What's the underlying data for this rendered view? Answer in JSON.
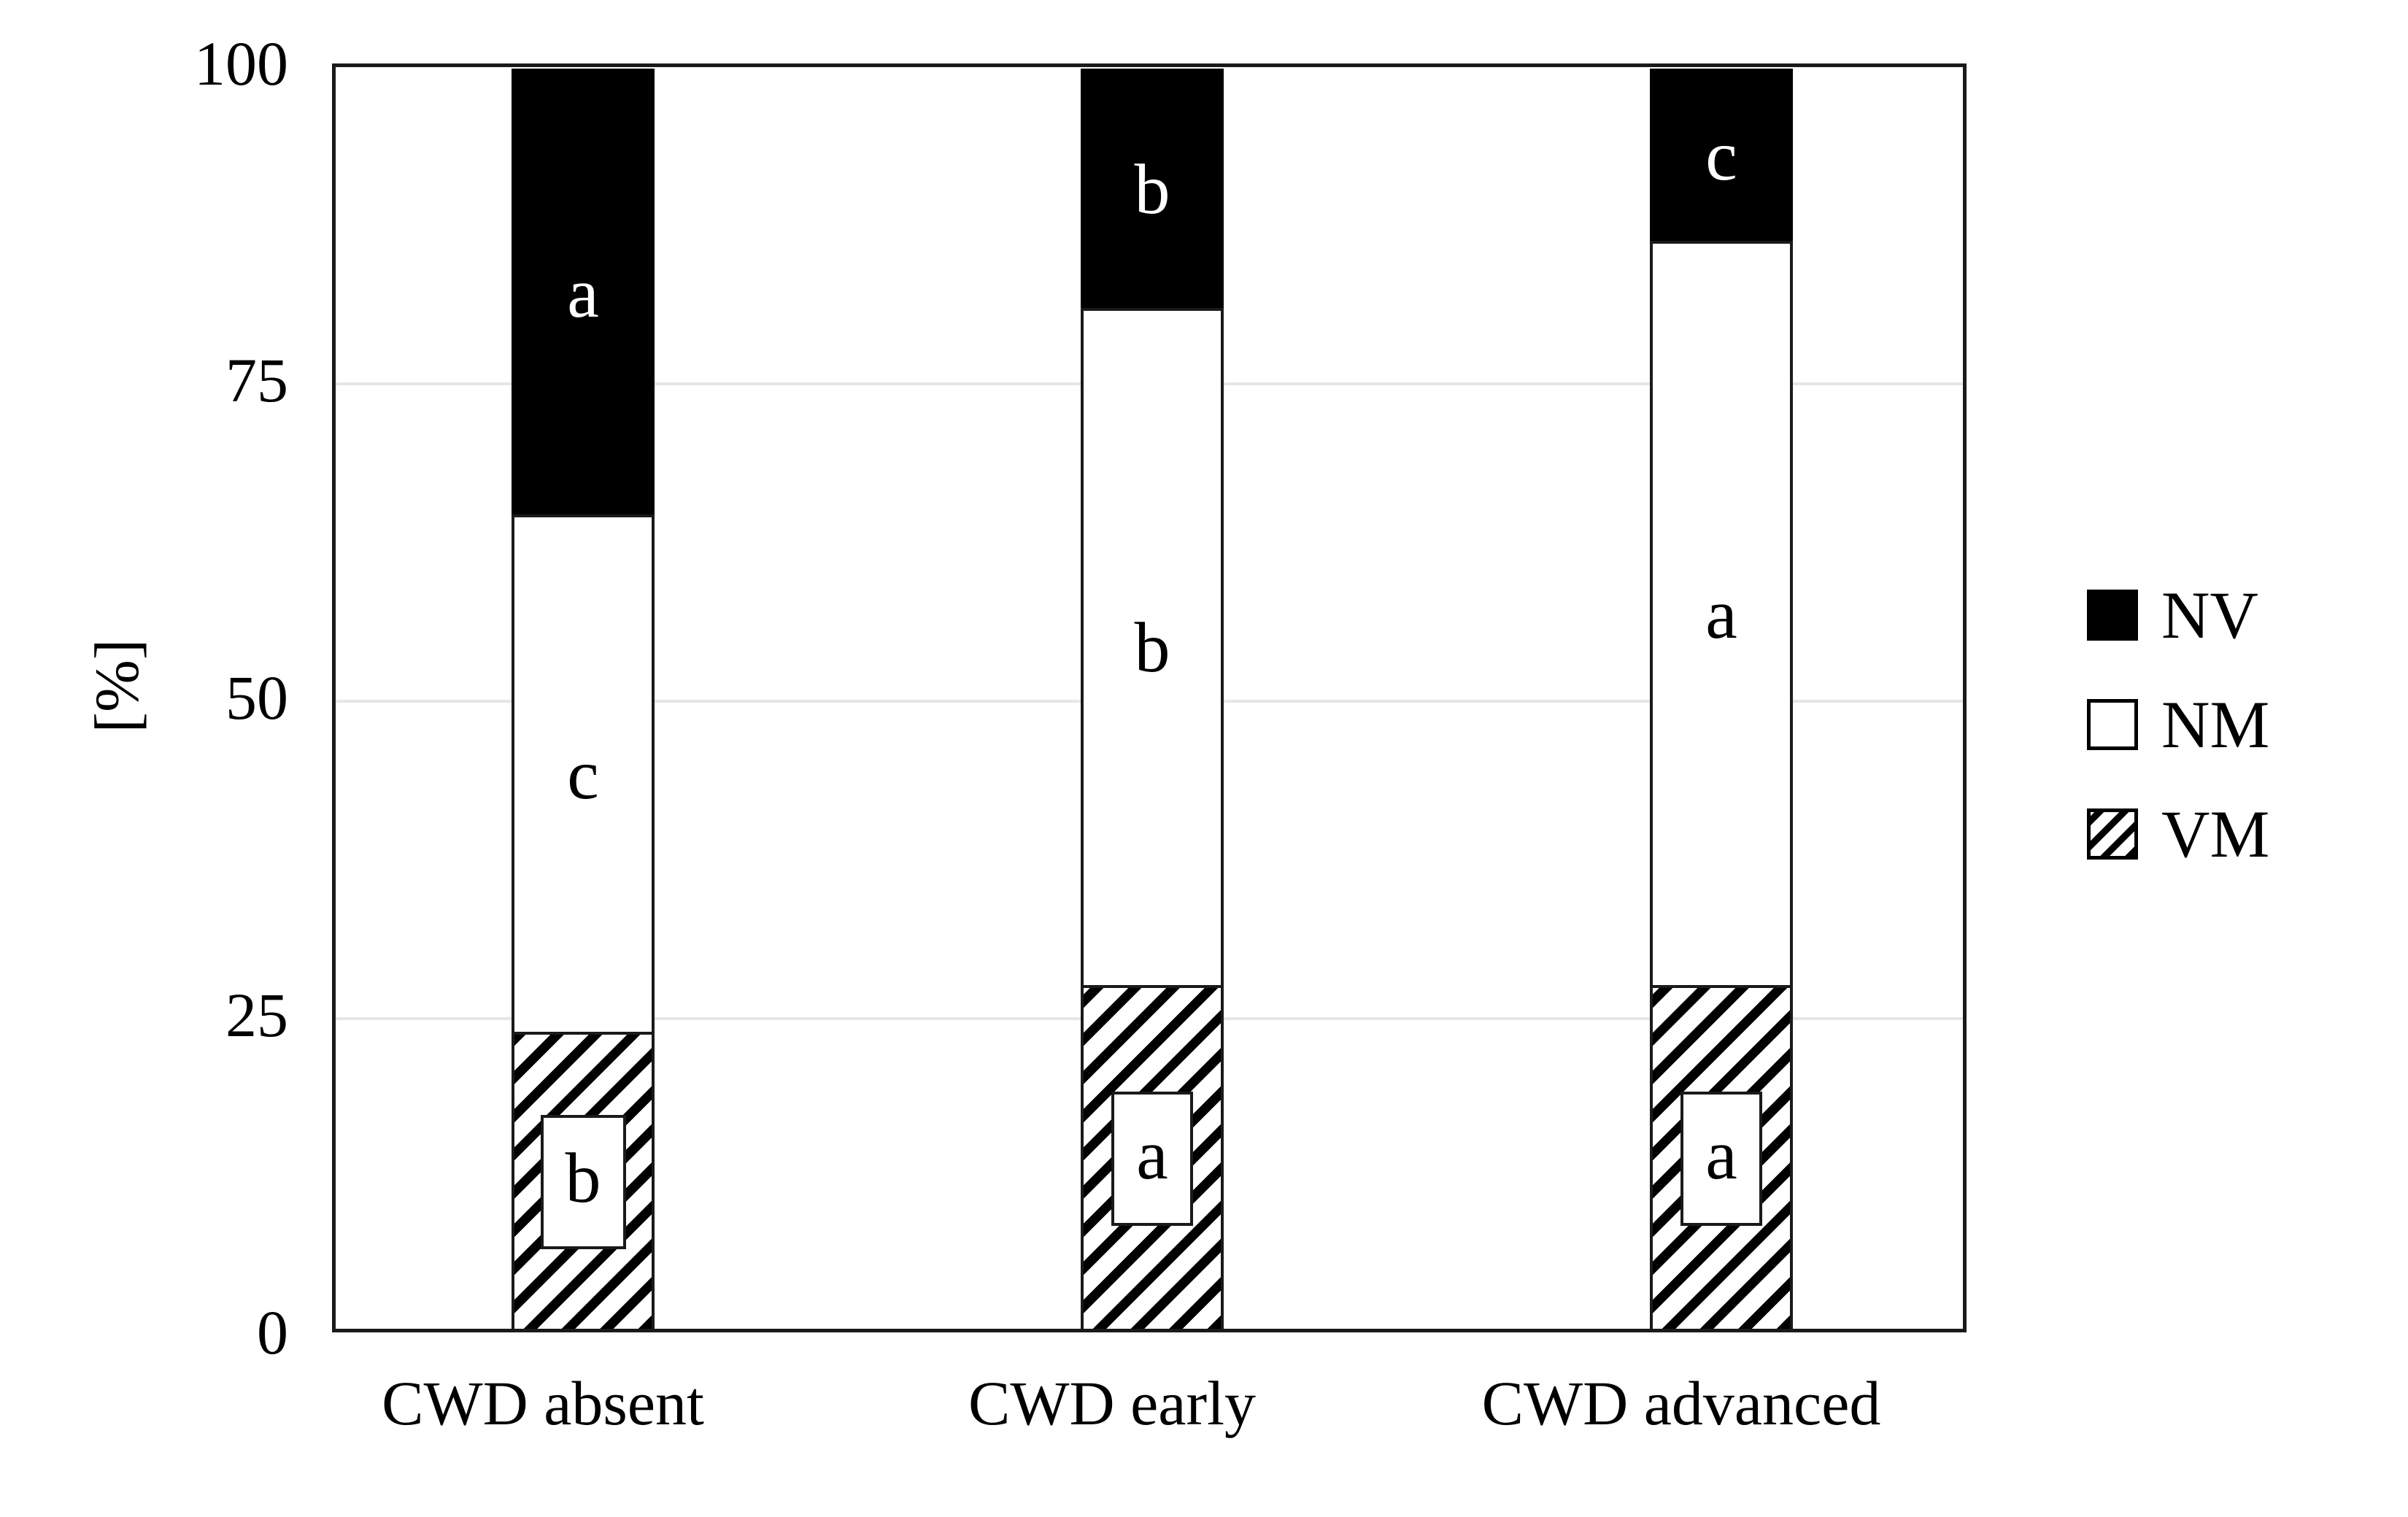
{
  "chart_data": {
    "type": "bar",
    "subtype": "stacked-100-percent",
    "title": "",
    "subtitle": "",
    "xlabel": "",
    "ylabel": "[%]",
    "ylim": [
      0,
      100
    ],
    "yticks": [
      0,
      25,
      50,
      75,
      100
    ],
    "ytick_labels": [
      "0",
      "25",
      "50",
      "75",
      "100"
    ],
    "grid": "horizontal",
    "legend_position": "right",
    "categories": [
      "CWD absent",
      "CWD early",
      "CWD advanced"
    ],
    "series": [
      {
        "name": "VM",
        "values": [
          23.6,
          27.3,
          27.3
        ],
        "fill": "diagonal-hatch",
        "color": "#000000"
      },
      {
        "name": "NM",
        "values": [
          41.0,
          53.6,
          58.9
        ],
        "fill": "white",
        "color": "#ffffff"
      },
      {
        "name": "NV",
        "values": [
          35.4,
          19.1,
          13.8
        ],
        "fill": "solid",
        "color": "#000000"
      }
    ],
    "annotations": [
      {
        "category": "CWD absent",
        "series": "VM",
        "text": "b",
        "style": "boxed"
      },
      {
        "category": "CWD absent",
        "series": "NM",
        "text": "c",
        "style": "plain"
      },
      {
        "category": "CWD absent",
        "series": "NV",
        "text": "a",
        "style": "inverse"
      },
      {
        "category": "CWD early",
        "series": "VM",
        "text": "a",
        "style": "boxed"
      },
      {
        "category": "CWD early",
        "series": "NM",
        "text": "b",
        "style": "plain"
      },
      {
        "category": "CWD early",
        "series": "NV",
        "text": "b",
        "style": "inverse"
      },
      {
        "category": "CWD advanced",
        "series": "VM",
        "text": "a",
        "style": "boxed"
      },
      {
        "category": "CWD advanced",
        "series": "NM",
        "text": "a",
        "style": "plain"
      },
      {
        "category": "CWD advanced",
        "series": "NV",
        "text": "c",
        "style": "inverse"
      }
    ]
  },
  "axis": {
    "y_title": "[%]",
    "y_ticks": [
      {
        "label": "100"
      },
      {
        "label": "75"
      },
      {
        "label": "50"
      },
      {
        "label": "25"
      },
      {
        "label": "0"
      }
    ],
    "x_ticks": [
      {
        "label": "CWD absent"
      },
      {
        "label": "CWD early"
      },
      {
        "label": "CWD advanced"
      }
    ]
  },
  "bars": [
    {
      "category": "CWD absent",
      "nv": {
        "value": 35.4,
        "label": "a"
      },
      "nm": {
        "value": 41.0,
        "label": "c"
      },
      "vm": {
        "value": 23.6,
        "label": "b"
      }
    },
    {
      "category": "CWD early",
      "nv": {
        "value": 19.1,
        "label": "b"
      },
      "nm": {
        "value": 53.6,
        "label": "b"
      },
      "vm": {
        "value": 27.3,
        "label": "a"
      }
    },
    {
      "category": "CWD advanced",
      "nv": {
        "value": 13.8,
        "label": "c"
      },
      "nm": {
        "value": 58.9,
        "label": "a"
      },
      "vm": {
        "value": 27.3,
        "label": "a"
      }
    }
  ],
  "legend": {
    "items": [
      {
        "label": "NV",
        "swatch": "solid-black-square"
      },
      {
        "label": "NM",
        "swatch": "open-white-square"
      },
      {
        "label": "VM",
        "swatch": "hatched-square"
      }
    ]
  },
  "colors": {
    "nv_fill": "#000000",
    "nm_fill": "#ffffff",
    "vm_hatch": "#000000",
    "axis_line": "#1a1a1a",
    "gridline": "#e6e6e6",
    "background": "#ffffff"
  }
}
